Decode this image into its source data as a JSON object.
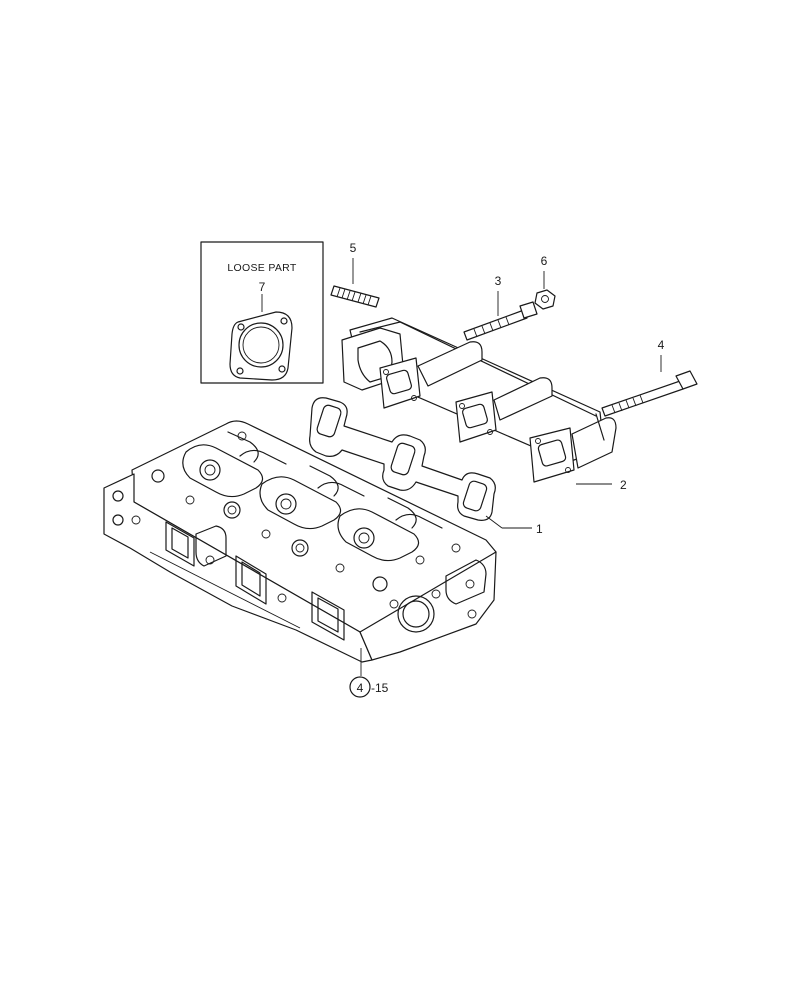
{
  "loose_part_box": {
    "title": "LOOSE PART",
    "item": "7"
  },
  "callouts": {
    "c1": "1",
    "c2": "2",
    "c3": "3",
    "c4": "4",
    "c5": "5",
    "c6": "6"
  },
  "reference": {
    "circled": "4",
    "suffix": "-15"
  }
}
